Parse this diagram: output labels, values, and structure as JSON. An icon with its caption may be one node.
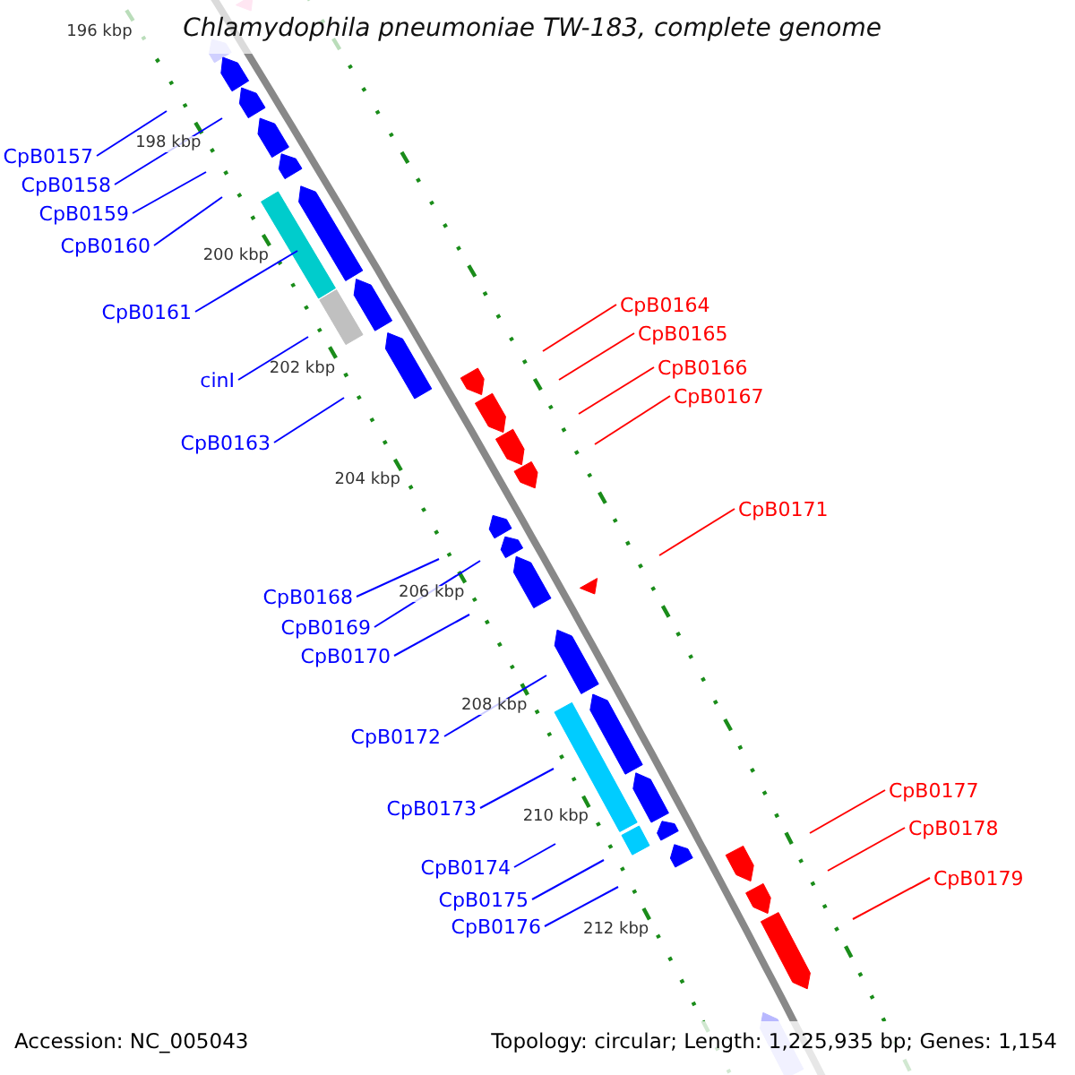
{
  "diagram": {
    "title": "Chlamydophila pneumoniae TW-183, complete genome",
    "nodes": [
      {
        "text": [
          "CpB0157"
        ]
      },
      {
        "text": [
          "CpB0158"
        ]
      },
      {
        "text": [
          "CpB0159"
        ]
      },
      {
        "text": [
          "CpB0160"
        ]
      },
      {
        "text": [
          "CpB0164"
        ]
      },
      {
        "text": [
          "CpB0161"
        ]
      },
      {
        "text": [
          "CpB0165"
        ]
      },
      {
        "text": [
          "CpB0166"
        ]
      },
      {
        "text": [
          "cinI"
        ]
      },
      {
        "text": [
          "CpB0167"
        ]
      },
      {
        "text": [
          "CpB0163"
        ]
      },
      {
        "text": [
          "CpB0171"
        ]
      },
      {
        "text": [
          "CpB0168"
        ]
      },
      {
        "text": [
          "CpB0169"
        ]
      },
      {
        "text": [
          "CpB0170"
        ]
      },
      {
        "text": [
          "CpB0172"
        ]
      },
      {
        "text": [
          "CpB0177"
        ]
      },
      {
        "text": [
          "CpB0173"
        ]
      },
      {
        "text": [
          "CpB0178"
        ]
      },
      {
        "text": [
          "CpB0174"
        ]
      },
      {
        "text": [
          "CpB0179"
        ]
      },
      {
        "text": [
          "CpB0175"
        ]
      },
      {
        "text": [
          "CpB0176"
        ]
      }
    ],
    "edges": [
      {
        "from": 0,
        "to": null,
        "arrow": "none"
      },
      {
        "from": 1,
        "to": null,
        "arrow": "none"
      },
      {
        "from": 2,
        "to": null,
        "arrow": "none"
      },
      {
        "from": 3,
        "to": null,
        "arrow": "none"
      },
      {
        "from": 4,
        "to": null,
        "arrow": "none",
        "color": "#ff0000"
      },
      {
        "from": 5,
        "to": null,
        "arrow": "none"
      },
      {
        "from": 6,
        "to": null,
        "arrow": "none",
        "color": "#ff0000"
      },
      {
        "from": 7,
        "to": null,
        "arrow": "none",
        "color": "#ff0000"
      },
      {
        "from": 8,
        "to": null,
        "arrow": "none"
      },
      {
        "from": 9,
        "to": null,
        "arrow": "none",
        "color": "#ff0000"
      },
      {
        "from": 10,
        "to": null,
        "arrow": "none"
      },
      {
        "from": 11,
        "to": null,
        "arrow": "none",
        "color": "#ff0000"
      },
      {
        "from": 12,
        "to": null,
        "arrow": "none"
      },
      {
        "from": 13,
        "to": null,
        "arrow": "none"
      },
      {
        "from": 14,
        "to": null,
        "arrow": "none"
      },
      {
        "from": 15,
        "to": null,
        "arrow": "none"
      },
      {
        "from": 16,
        "to": null,
        "arrow": "none",
        "color": "#ff0000"
      },
      {
        "from": 17,
        "to": null,
        "arrow": "none"
      },
      {
        "from": 18,
        "to": null,
        "arrow": "none",
        "color": "#ff0000"
      },
      {
        "from": 19,
        "to": null,
        "arrow": "none"
      },
      {
        "from": 20,
        "to": null,
        "arrow": "none",
        "color": "#ff0000"
      },
      {
        "from": 21,
        "to": null,
        "arrow": "none"
      },
      {
        "from": 22,
        "to": null,
        "arrow": "none"
      }
    ],
    "labels": [
      "196 kbp",
      "198 kbp",
      "200 kbp",
      "202 kbp",
      "204 kbp",
      "206 kbp",
      "208 kbp",
      "210 kbp",
      "212 kbp",
      "Accession: NC_005043",
      "Topology: circular; Length: 1,225,935 bp; Genes: 1,154"
    ]
  }
}
